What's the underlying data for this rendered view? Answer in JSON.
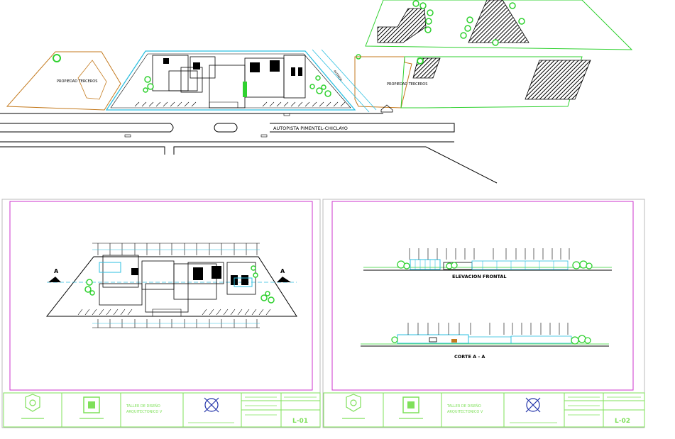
{
  "site_plan": {
    "road_label": "AUTOPISTA PIMENTEL-CHICLAYO",
    "property_left": "PROPIEDAD TERCEROS",
    "property_right": "PROPIEDAD TERCEROS",
    "avenue_label": "AVENIDA"
  },
  "sheet_1": {
    "section_mark_left": "A",
    "section_mark_right": "A",
    "title_block": {
      "course_line_1": "TALLER DE DISEÑO",
      "course_line_2": "ARQUITECTONICO V",
      "sheet_number": "L-01"
    }
  },
  "sheet_2": {
    "elevation_title": "ELEVACION FRONTAL",
    "section_title": "CORTE A - A",
    "title_block": {
      "course_line_1": "TALLER DE DISEÑO",
      "course_line_2": "ARQUITECTONICO V",
      "sheet_number": "L-02"
    }
  },
  "colors": {
    "lines": "#000000",
    "property": "#c47a1e",
    "greenery": "#2fd12f",
    "frame": "#cc33cc",
    "cyan": "#2bbfe0",
    "titleblock": "#7fe05a"
  }
}
